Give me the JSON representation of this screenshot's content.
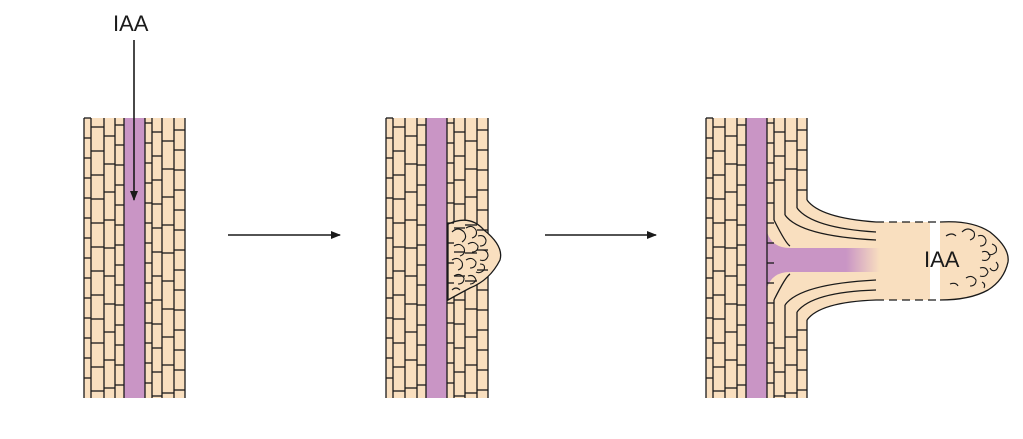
{
  "labels": {
    "top_auxin": "IAA",
    "root_auxin": "IAA"
  },
  "colors": {
    "tissue": "#f9dfbf",
    "vascular": "#c995c5",
    "outline": "#1a1a1a"
  },
  "stages": [
    {
      "name": "auxin-application"
    },
    {
      "name": "primordium-formation"
    },
    {
      "name": "lateral-root-emergence"
    }
  ]
}
